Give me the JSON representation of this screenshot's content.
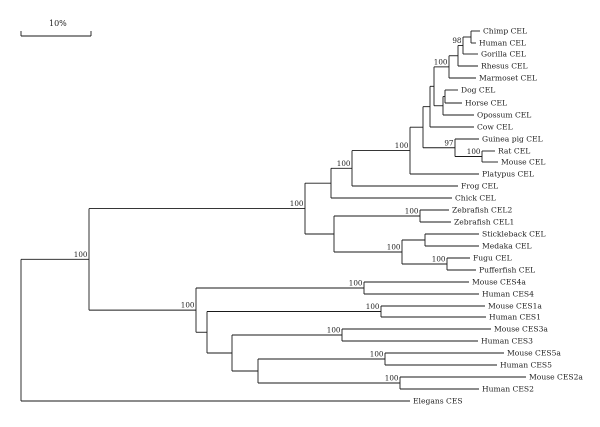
{
  "scale_bar": {
    "label": "10%"
  },
  "taxa": [
    "Chimp CEL",
    "Human CEL",
    "Gorilla CEL",
    "Rhesus CEL",
    "Marmoset CEL",
    "Dog CEL",
    "Horse CEL",
    "Opossum CEL",
    "Cow CEL",
    "Guinea pig CEL",
    "Rat CEL",
    "Mouse CEL",
    "Platypus CEL",
    "Frog CEL",
    "Chick CEL",
    "Zebrafish CEL2",
    "Zebrafish CEL1",
    "Stickleback CEL",
    "Medaka CEL",
    "Fugu CEL",
    "Pufferfish CEL",
    "Mouse CES4a",
    "Human CES4",
    "Mouse CES1a",
    "Human CES1",
    "Mouse CES3a",
    "Human CES3",
    "Mouse CES5a",
    "Human CES5",
    "Mouse CES2a",
    "Human CES2",
    "Elegans CES"
  ],
  "bootstrap_values": [
    "98",
    "100",
    "97",
    "100",
    "100",
    "100",
    "100",
    "100",
    "100",
    "100",
    "100",
    "100",
    "100",
    "100",
    "100",
    "100",
    "100"
  ]
}
